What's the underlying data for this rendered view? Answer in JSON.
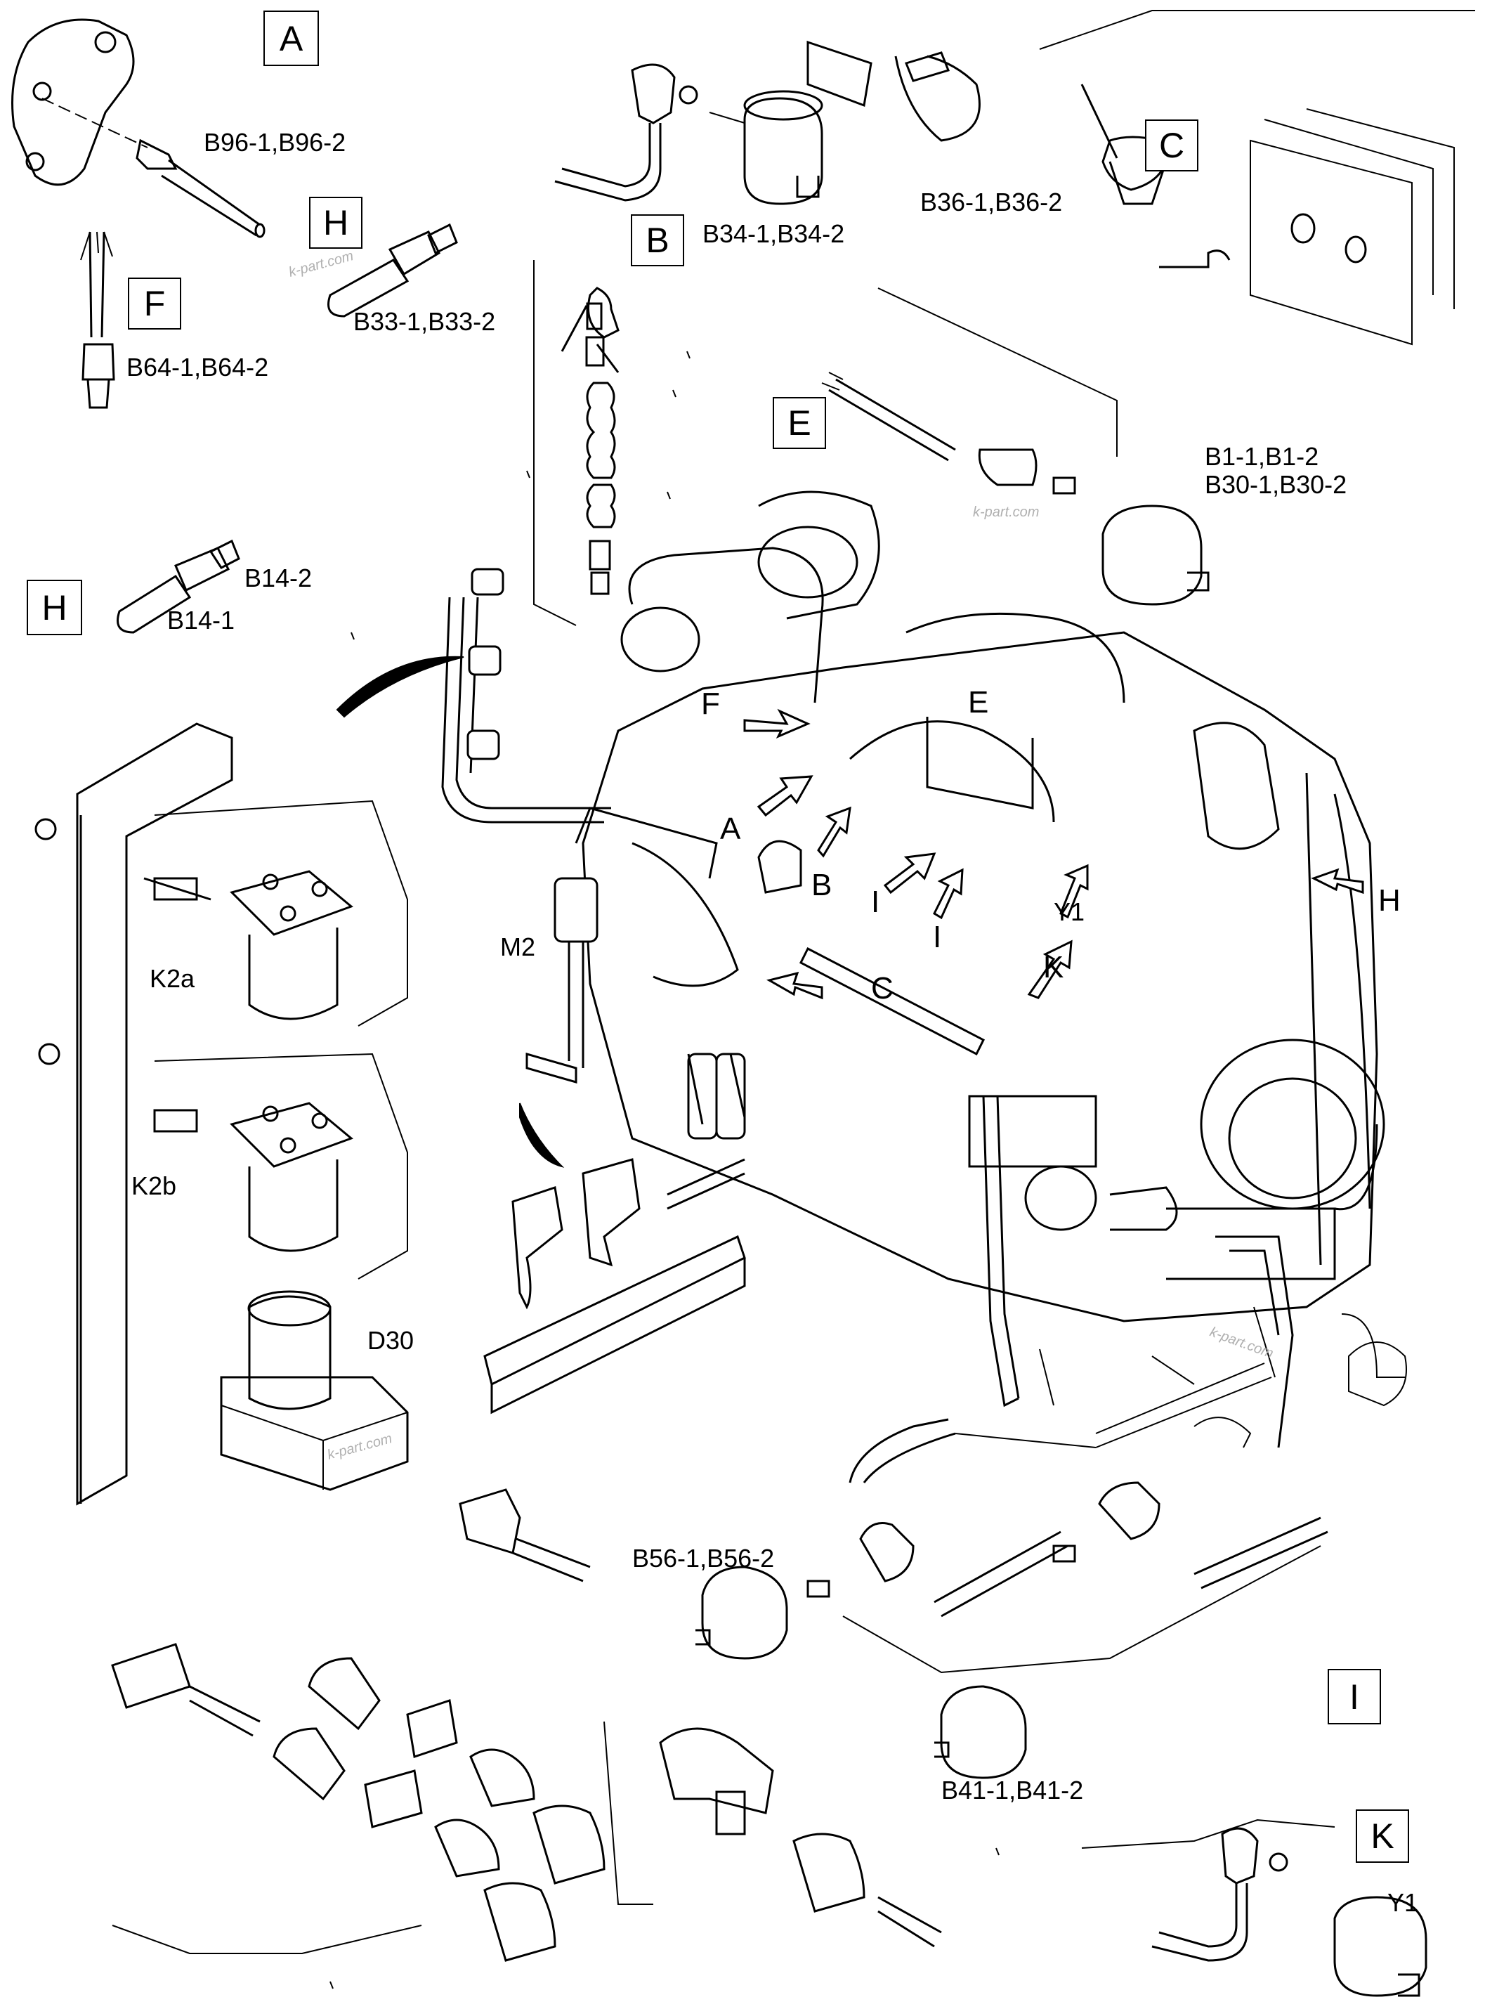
{
  "detail_boxes": {
    "a": "A",
    "b": "B",
    "c": "C",
    "e": "E",
    "f": "F",
    "h_top": "H",
    "h_left": "H",
    "i": "I",
    "k": "K"
  },
  "part_labels": {
    "b96": "B96-1,B96-2",
    "b34": "B34-1,B34-2",
    "b36": "B36-1,B36-2",
    "b33": "B33-1,B33-2",
    "b64": "B64-1,B64-2",
    "b1_b30": "B1-1,B1-2\nB30-1,B30-2",
    "b14_2": "B14-2",
    "b14_1": "B14-1",
    "k2a": "K2a",
    "k2b": "K2b",
    "m2": "M2",
    "d30": "D30",
    "b56": "B56-1,B56-2",
    "b41": "B41-1,B41-2",
    "y1_engine": "Y1",
    "y1_detail": "Y1"
  },
  "callouts": {
    "f": "F",
    "e": "E",
    "a": "A",
    "b": "B",
    "i1": "I",
    "i2": "I",
    "c": "C",
    "k": "K",
    "h": "H"
  },
  "watermark": "k-part.com"
}
